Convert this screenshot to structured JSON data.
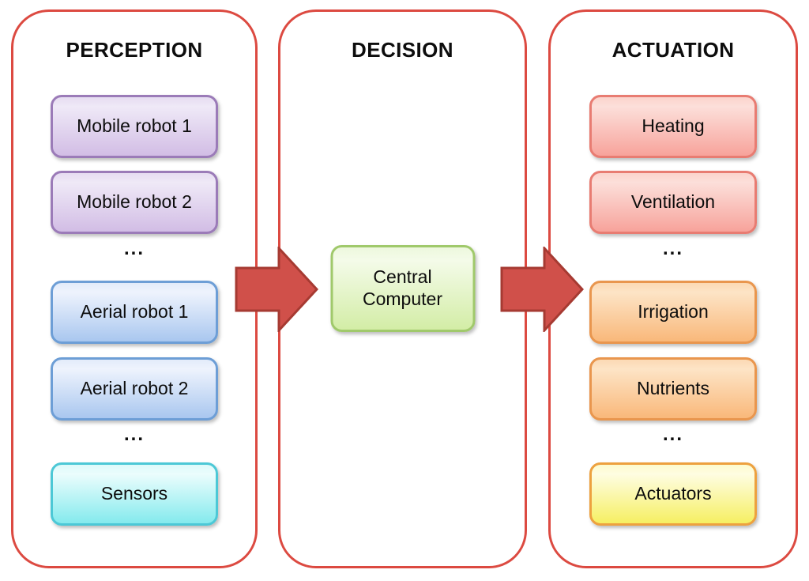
{
  "columns": [
    {
      "title": "PERCEPTION",
      "items": [
        "Mobile robot 1",
        "Mobile robot 2",
        "...",
        "Aerial robot 1",
        "Aerial robot 2",
        "...",
        "Sensors"
      ]
    },
    {
      "title": "DECISION",
      "items": [
        "Central Computer"
      ]
    },
    {
      "title": "ACTUATION",
      "items": [
        "Heating",
        "Ventilation",
        "...",
        "Irrigation",
        "Nutrients",
        "...",
        "Actuators"
      ]
    }
  ],
  "palette": {
    "frame_red": "#dc4a41",
    "arrow_fill": "#d0504a",
    "arrow_stroke": "#a63a32",
    "node_purple": "#d2bde5",
    "node_blue": "#a9c7ef",
    "node_cyan": "#84eaed",
    "node_green": "#d3eda6",
    "node_pink": "#f7a39b",
    "node_orange": "#f9b87a",
    "node_yellow": "#f6ef62",
    "text": "#0d0d0d"
  }
}
